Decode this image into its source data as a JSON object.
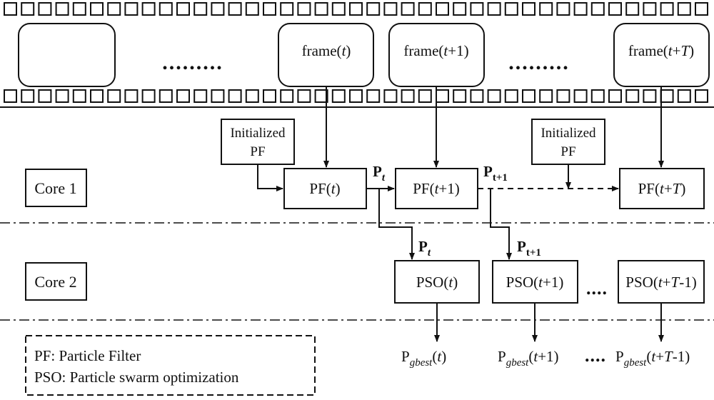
{
  "film": {
    "frames": [
      {
        "base": "",
        "var": "",
        "rest": ""
      },
      {
        "base": "frame(",
        "var": "t",
        "rest": ")"
      },
      {
        "base": "frame(",
        "var": "t",
        "rest": "+1)"
      },
      {
        "base": "frame(",
        "var": "t",
        "rest": "+",
        "var2": "T",
        "rest2": ")"
      }
    ],
    "ellipsis": "........."
  },
  "cores": {
    "core1": "Core 1",
    "core2": "Core 2"
  },
  "init_pf": {
    "line1": "Initialized",
    "line2": "PF"
  },
  "pf_boxes": [
    {
      "base": "PF(",
      "var": "t",
      "rest": ")"
    },
    {
      "base": "PF(",
      "var": "t",
      "rest": "+1)"
    },
    {
      "base": "PF(",
      "var": "t",
      "rest": "+",
      "var2": "T",
      "rest2": ")"
    }
  ],
  "pso_boxes": [
    {
      "base": "PSO(",
      "var": "t",
      "rest": ")"
    },
    {
      "base": "PSO(",
      "var": "t",
      "rest": "+1)"
    },
    {
      "base": "PSO(",
      "var": "t",
      "rest": "+",
      "var2": "T",
      "rest2": "-1)"
    }
  ],
  "pso_ellipsis": "....",
  "p_labels": {
    "p": "P",
    "sub_t": "t",
    "sub_t1": "t+1"
  },
  "gbest": {
    "p": "P",
    "sub": "gbest",
    "items": [
      {
        "open": "(",
        "var": "t",
        "rest": ")"
      },
      {
        "open": "(",
        "var": "t",
        "rest": "+1)"
      },
      {
        "open": "(",
        "var": "t",
        "rest": "+",
        "var2": "T",
        "rest2": "-1)"
      }
    ],
    "ellipsis": "...."
  },
  "legend": {
    "line1": "PF: Particle Filter",
    "line2": "PSO: Particle swarm optimization"
  }
}
